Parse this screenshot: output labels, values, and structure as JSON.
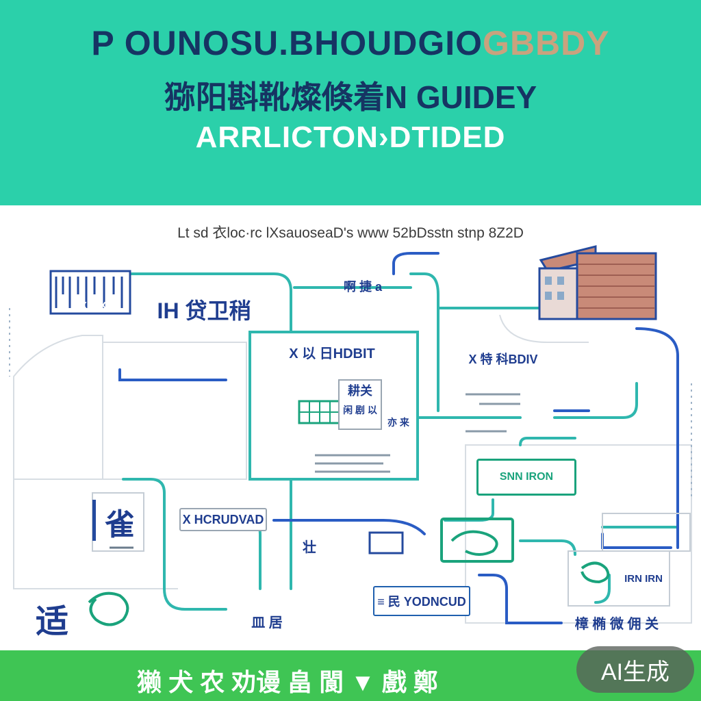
{
  "header": {
    "title_line_1": "P OUNOSU.BHOUDGIO",
    "title_line_1_accent": "GBBDY",
    "title_line_2": "猕阳斟靴燦倏着N GUIDEY",
    "title_line_3": "ARRLICTON›DTIDED"
  },
  "diagram": {
    "caption": "Lt sd 衣loc·rc lXsauoseaD's www 52bDsstn stnp 8Z2D",
    "nodes": {
      "top_left_barcode_label": "IX X X",
      "top_left_title": "IH 贷卫稍",
      "top_center_label": "啊 捷 a",
      "center_title": "X 以 日HDBIT",
      "center_sub_1": "耕关",
      "center_sub_2": "闲 剧 以",
      "center_sub_3": "亦 来",
      "right_title": "X 特 科BDIV",
      "left_mid_label": "X HCRUDVAD",
      "left_mid_sub": "壮",
      "left_lower_icon": "雀",
      "bottom_left_label": "适",
      "bottom_center_label": "皿 居",
      "bottom_center_box": "≡ 民 YODNCUD",
      "bottom_right_label": "樟 椭 微 佣 关",
      "right_mid_label": "SNN IRON",
      "right_lower_box": "IRN IRN"
    }
  },
  "footer": {
    "text": "獭 犬 农 劝谩   畠 閬 ▼ 戲 鄭",
    "ai_badge": "AI生成"
  },
  "colors": {
    "header_bg": "#2bd0aa",
    "footer_bg": "#3fc554",
    "navy": "#163463",
    "blue": "#1f5fae",
    "teal": "#1aa37c",
    "brick": "#c98a78"
  }
}
